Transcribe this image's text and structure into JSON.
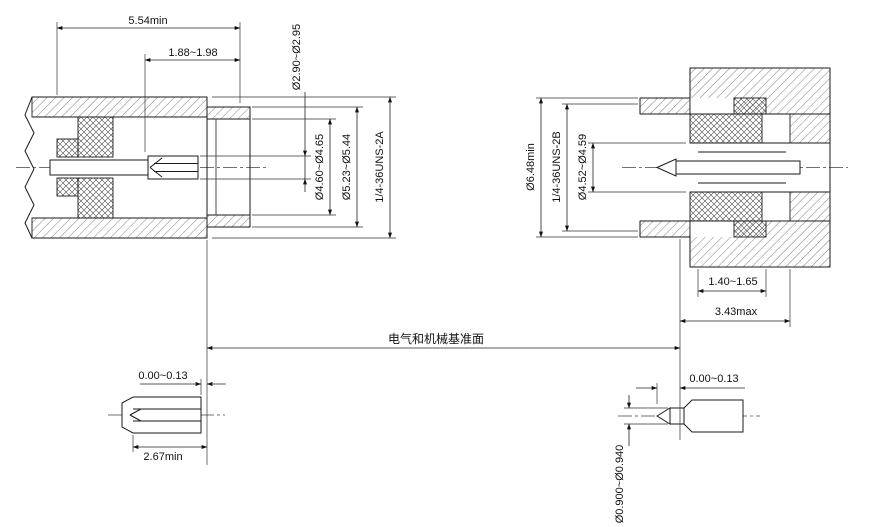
{
  "drawing": {
    "colors": {
      "line": "#1a1a1a",
      "background": "#ffffff"
    },
    "left_view": {
      "dims": {
        "length_min": "5.54min",
        "pin_setback": "1.88~1.98",
        "socket_od": "Ø2.90~Ø2.95",
        "bore_dia": "Ø4.60~Ø4.65",
        "interface_od": "Ø5.23~Ø5.44",
        "thread": "1/4-36UNS-2A"
      }
    },
    "right_view": {
      "dims": {
        "bore_min": "Ø6.48min",
        "thread": "1/4-36UNS-2B",
        "socket_bore": "Ø4.52~Ø4.59",
        "recess": "1.40~1.65",
        "depth_max": "3.43max"
      }
    },
    "reference_plane_label": "电气和机械基准面",
    "left_detail": {
      "setback": "0.00~0.13",
      "engagement_min": "2.67min"
    },
    "right_detail": {
      "setback": "0.00~0.13",
      "pin_dia": "Ø0.900~Ø0.940"
    }
  }
}
